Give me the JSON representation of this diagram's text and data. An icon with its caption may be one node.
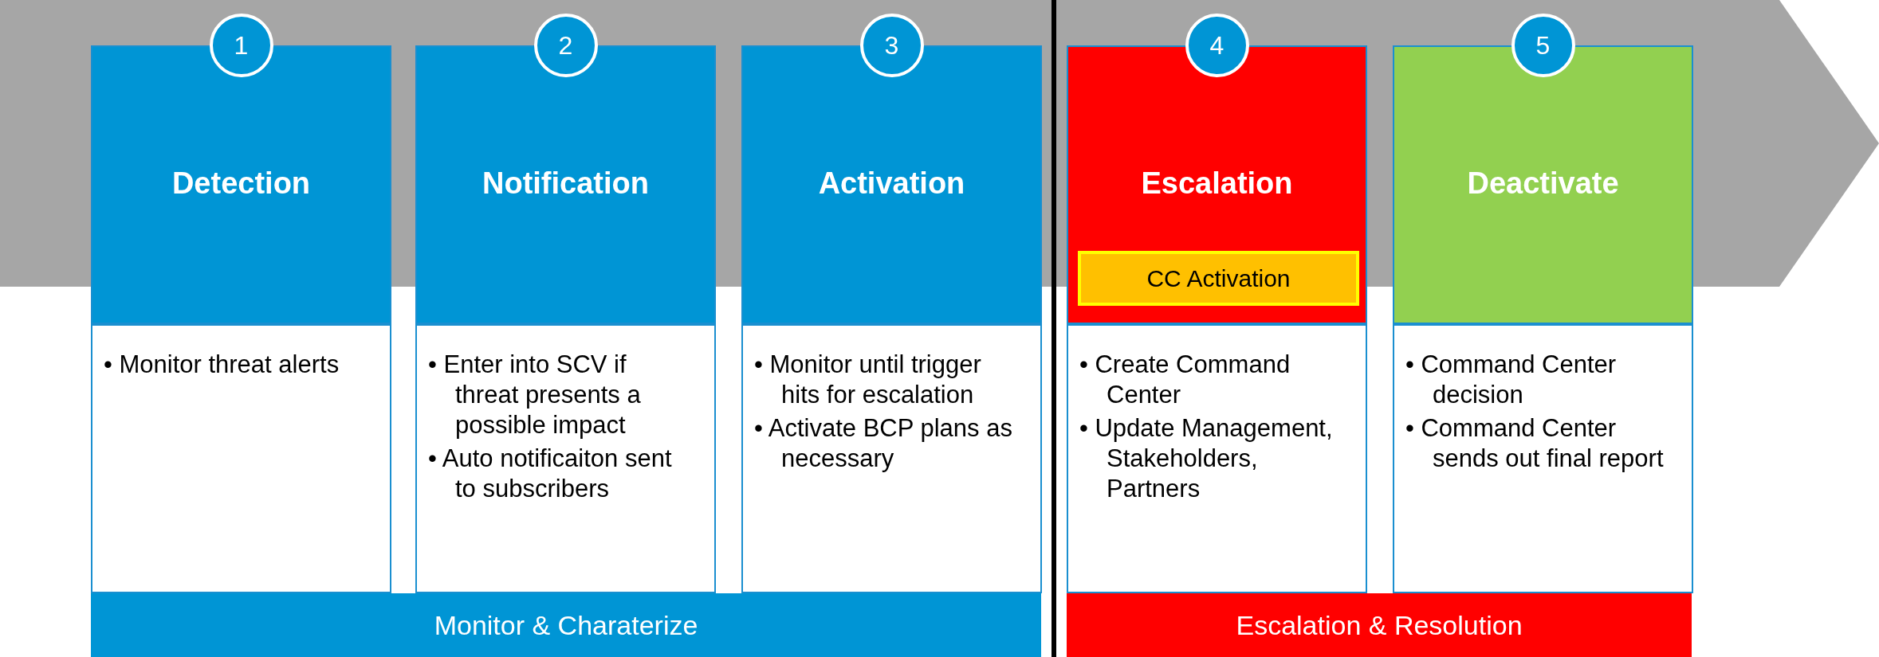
{
  "diagram": {
    "nodes": [
      {
        "text": [
          "1"
        ]
      },
      {
        "text": [
          "Detection"
        ]
      },
      {
        "text": [
          "• Monitor threat alerts"
        ]
      },
      {
        "text": [
          "2"
        ]
      },
      {
        "text": [
          "Notification"
        ]
      },
      {
        "text": [
          "• Enter into SCV if threat presents a possible impact",
          "• Auto notificaiton sent to subscribers"
        ]
      },
      {
        "text": [
          "3"
        ]
      },
      {
        "text": [
          "Activation"
        ]
      },
      {
        "text": [
          "• Monitor until trigger hits for escalation",
          "• Activate BCP plans as necessary"
        ]
      },
      {
        "text": [
          "4"
        ]
      },
      {
        "text": [
          "Escalation"
        ]
      },
      {
        "text": [
          "CC Activation"
        ],
        "in": 10
      },
      {
        "text": [
          "• Create Command Center",
          "• Update Management, Stakeholders, Partners"
        ]
      },
      {
        "text": [
          "5"
        ]
      },
      {
        "text": [
          "Deactivate"
        ]
      },
      {
        "text": [
          "• Command Center decision",
          "• Command Center sends out final report"
        ]
      },
      {
        "text": [
          "Monitor & Charaterize"
        ]
      },
      {
        "text": [
          "Escalation & Resolution"
        ]
      }
    ],
    "edges": []
  }
}
